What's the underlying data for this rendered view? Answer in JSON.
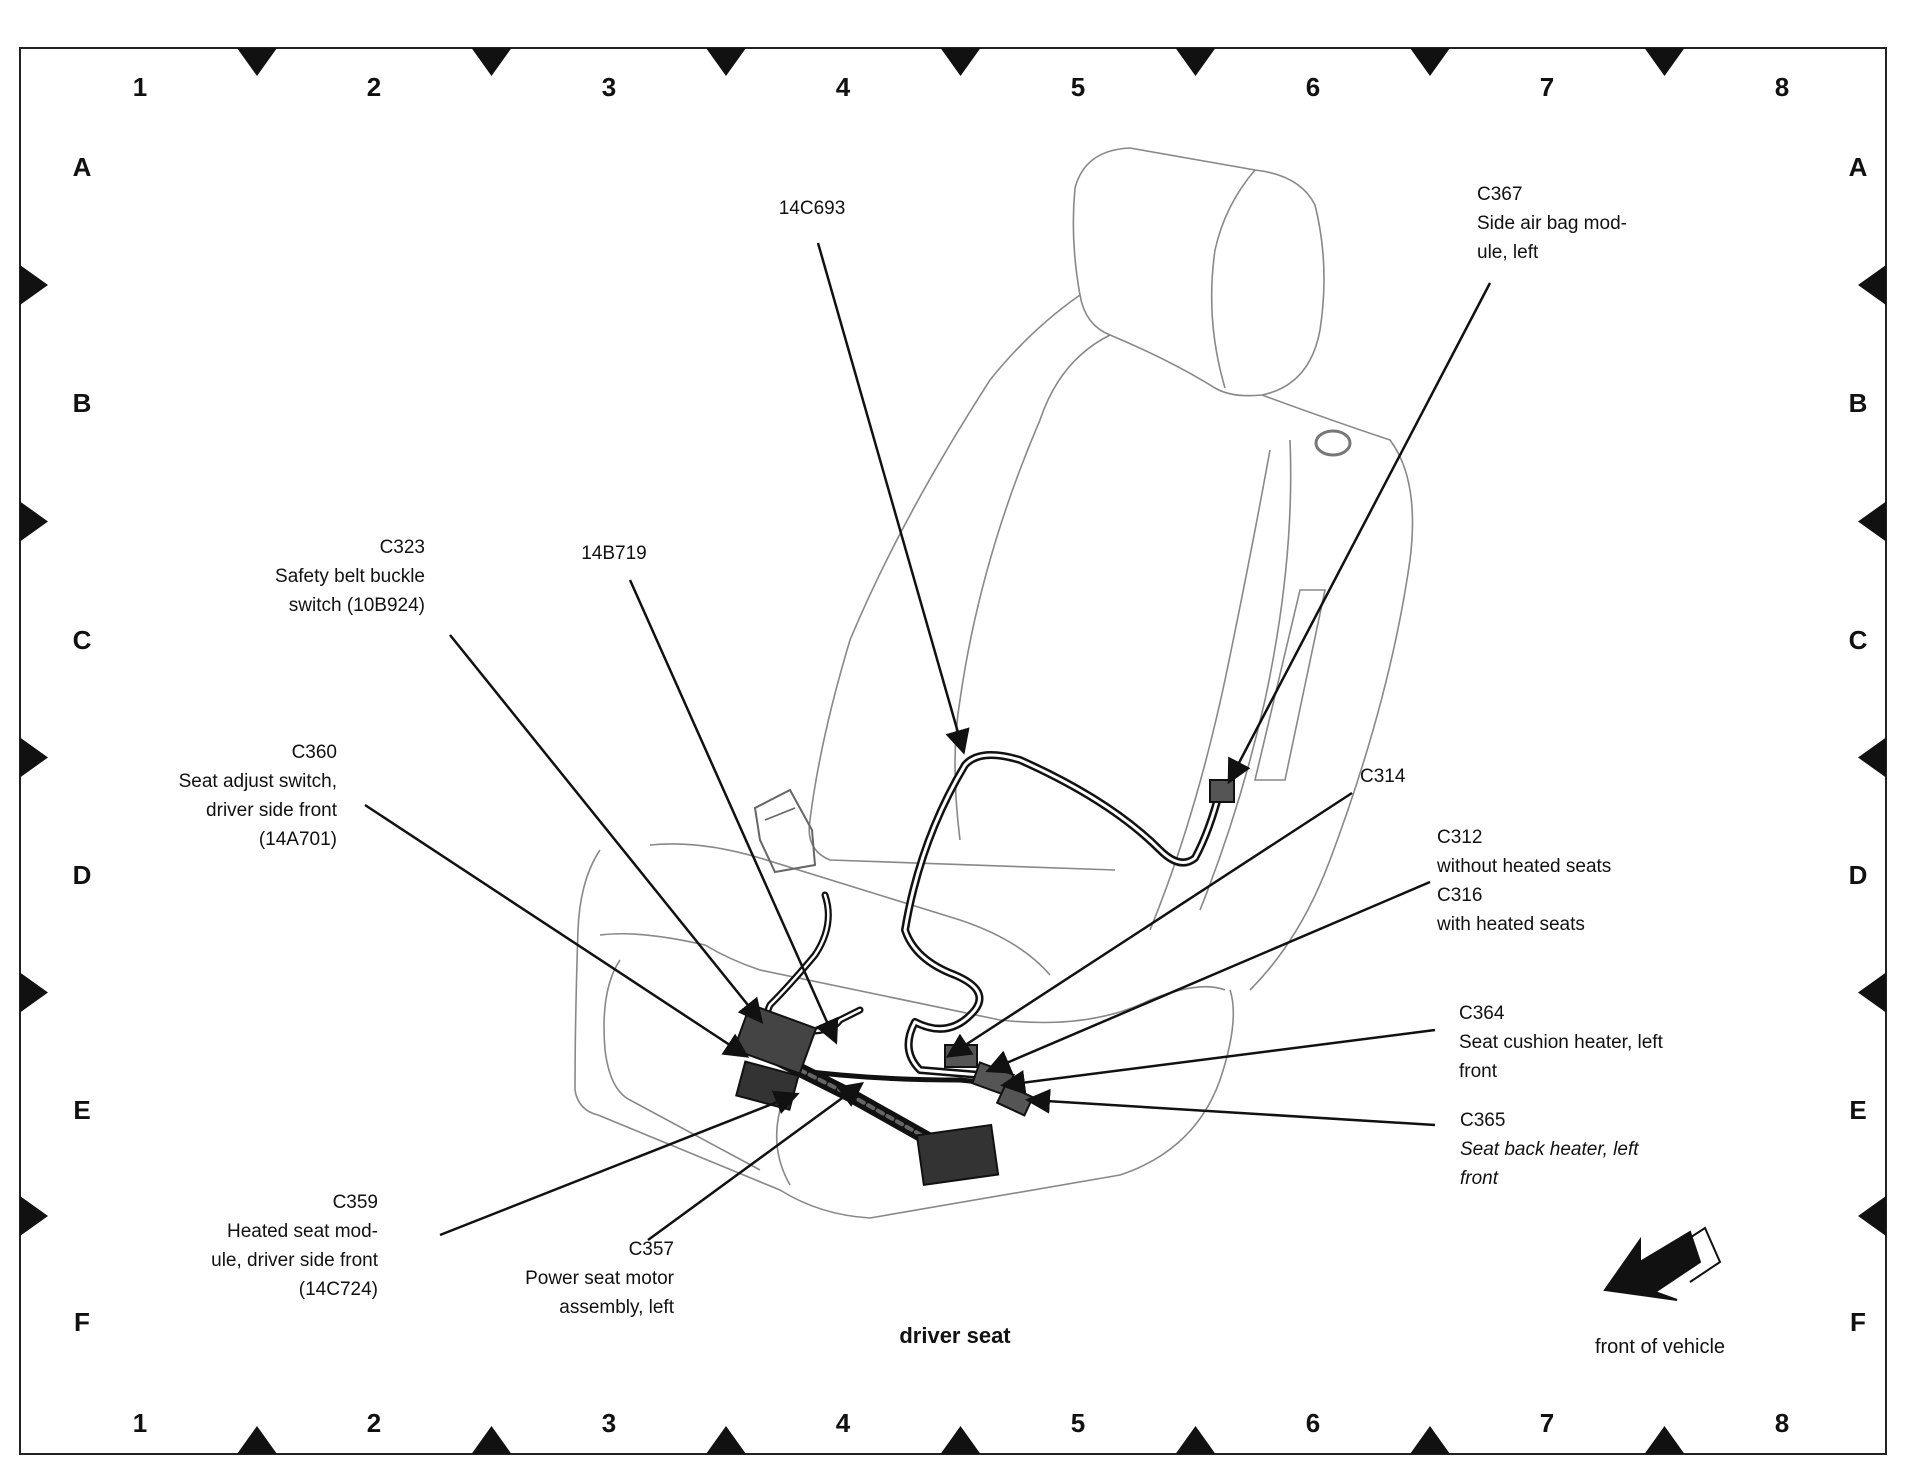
{
  "grid": {
    "columns": [
      "1",
      "2",
      "3",
      "4",
      "5",
      "6",
      "7",
      "8"
    ],
    "rows": [
      "A",
      "B",
      "C",
      "D",
      "E",
      "F"
    ]
  },
  "callouts": [
    {
      "id": "14c693",
      "lines": [
        "14C693"
      ],
      "style": "normal"
    },
    {
      "id": "c367",
      "lines": [
        "C367",
        "Side air bag mod-",
        "ule, left"
      ],
      "style": "normal"
    },
    {
      "id": "c323",
      "lines": [
        "C323",
        "Safety belt buckle",
        "switch (10B924)"
      ],
      "style": "normal"
    },
    {
      "id": "14b719",
      "lines": [
        "14B719"
      ],
      "style": "normal"
    },
    {
      "id": "c360",
      "lines": [
        "C360",
        "Seat adjust switch,",
        "driver side front",
        "(14A701)"
      ],
      "style": "normal"
    },
    {
      "id": "c314",
      "lines": [
        "C314"
      ],
      "style": "normal"
    },
    {
      "id": "c312",
      "lines": [
        "C312",
        "without heated seats",
        "C316",
        "with heated seats"
      ],
      "style": "normal"
    },
    {
      "id": "c364",
      "lines": [
        "C364",
        "Seat cushion heater, left",
        "front"
      ],
      "style": "normal"
    },
    {
      "id": "c365",
      "lines": [
        "C365",
        "Seat back heater, left",
        "front"
      ],
      "style": "italic"
    },
    {
      "id": "c359",
      "lines": [
        "C359",
        "Heated seat mod-",
        "ule, driver side front",
        "(14C724)"
      ],
      "style": "normal"
    },
    {
      "id": "c357",
      "lines": [
        "C357",
        "Power seat motor",
        "assembly, left"
      ],
      "style": "normal"
    }
  ],
  "caption": "driver seat",
  "front_indicator": "front of vehicle"
}
